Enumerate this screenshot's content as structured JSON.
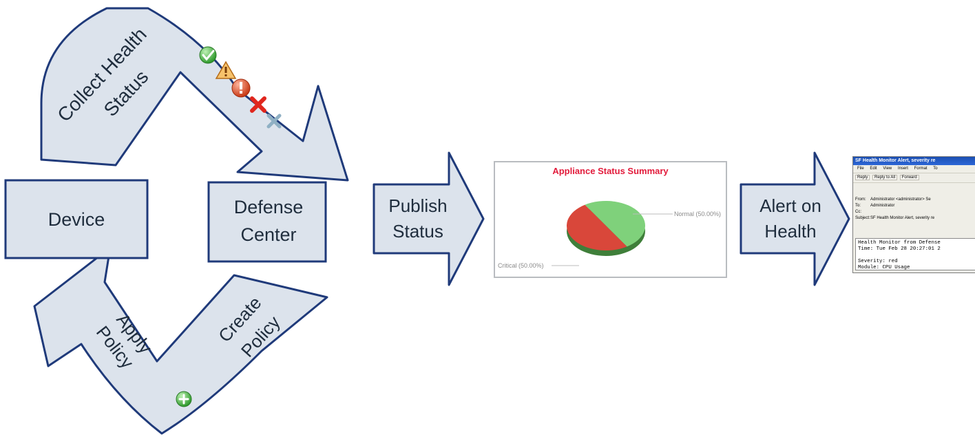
{
  "nodes": {
    "device": "Device",
    "defense_center_line1": "Defense",
    "defense_center_line2": "Center"
  },
  "arrows": {
    "collect_line1": "Collect Health",
    "collect_line2": "Status",
    "apply_line1": "Apply",
    "apply_line2": "Policy",
    "create_line1": "Create",
    "create_line2": "Policy",
    "publish_line1": "Publish",
    "publish_line2": "Status",
    "alert_line1": "Alert on",
    "alert_line2": "Health"
  },
  "status_icons": [
    "check-icon",
    "warning-icon",
    "critical-icon",
    "error-x-icon",
    "disabled-x-icon"
  ],
  "colors": {
    "shape_fill": "#dce3ec",
    "shape_stroke": "#1f3a7a",
    "chart_title": "#e21b3b",
    "pie_normal": "#7fd17b",
    "pie_critical": "#d9473a"
  },
  "chart_data": {
    "type": "pie",
    "title": "Appliance Status Summary",
    "slices": [
      {
        "label": "Normal (50.00%)",
        "value": 50.0
      },
      {
        "label": "Critical (50.00%)",
        "value": 50.0
      }
    ]
  },
  "email": {
    "title": "SF Health Monitor Alert, severity re",
    "menu": [
      "File",
      "Edit",
      "View",
      "Insert",
      "Format",
      "To"
    ],
    "toolbar": [
      "Reply",
      "Reply to All",
      "Forward"
    ],
    "from_key": "From:",
    "from_val": "Administrator <administrator>  Se",
    "to_key": "To:",
    "to_val": "Administrator",
    "cc_key": "Cc:",
    "subject_key": "Subject:",
    "subject_val": "SF Health Monitor Alert, severity re",
    "body": "Health Monitor from Defense\nTime: Tue Feb 28 20:27:01 2\n\nSeverity: red\nModule: CPU Usage\nDescription: CPU Use % - Us"
  }
}
